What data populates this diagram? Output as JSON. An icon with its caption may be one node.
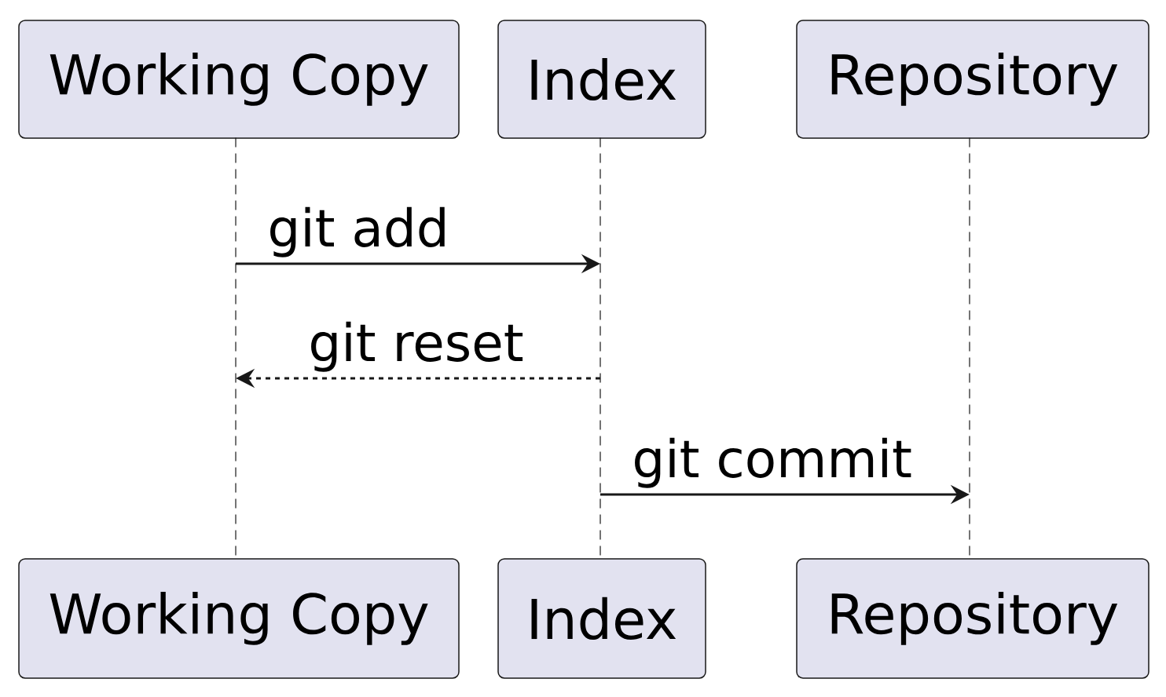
{
  "diagram": {
    "nodes": [
      {
        "text": [
          "Working Copy"
        ]
      },
      {
        "text": [
          "Index"
        ]
      },
      {
        "text": [
          "Repository"
        ]
      },
      {
        "text": [],
        "shape": "line"
      },
      {
        "text": [],
        "shape": "line"
      },
      {
        "text": [],
        "shape": "line"
      },
      {
        "text": [
          "Working Copy"
        ]
      },
      {
        "text": [
          "Index"
        ]
      },
      {
        "text": [
          "Repository"
        ]
      }
    ],
    "edges": [
      {
        "from": 3,
        "to": 4,
        "arrow": "to",
        "label": "git add"
      },
      {
        "from": 4,
        "to": 3,
        "arrow": "to",
        "label": "git reset",
        "style": "dashed"
      },
      {
        "from": 4,
        "to": 5,
        "arrow": "to",
        "label": "git commit"
      }
    ]
  }
}
